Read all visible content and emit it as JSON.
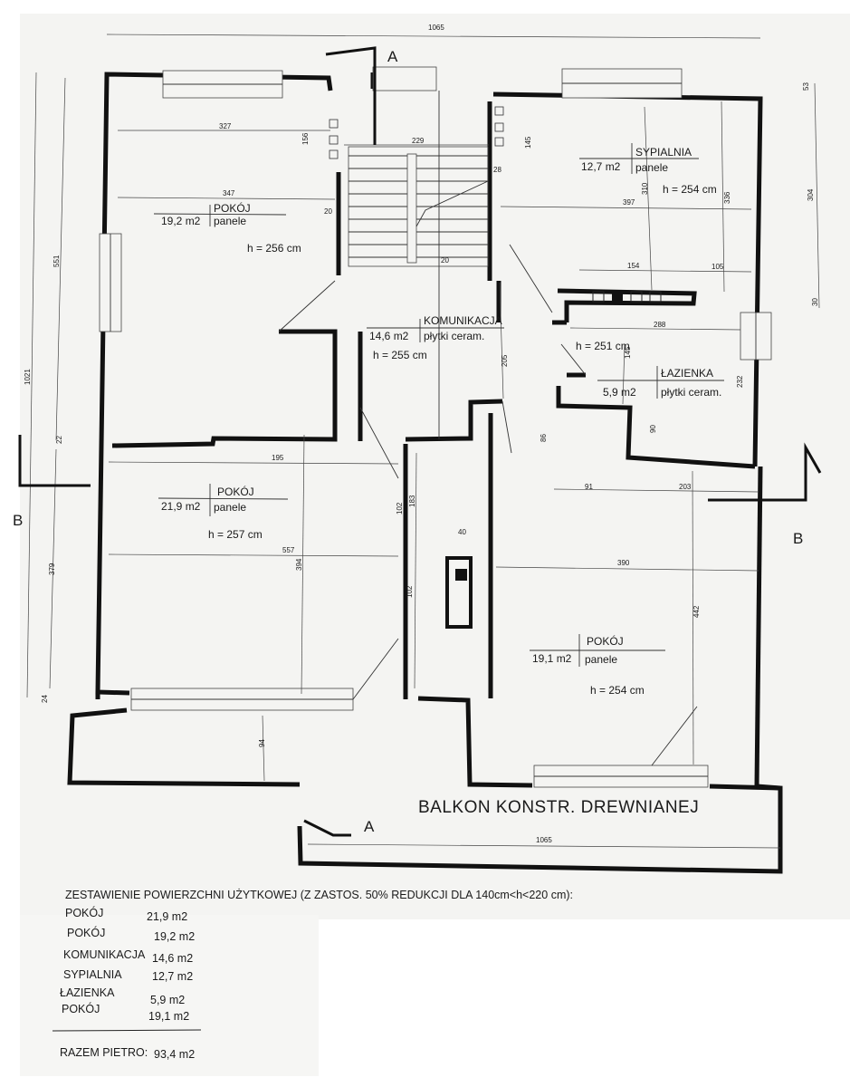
{
  "plan": {
    "section_a": "A",
    "section_b": "B",
    "balcony_label": "BALKON KONSTR. DREWNIANEJ",
    "rooms": [
      {
        "id": "pokoj-nw",
        "area": "19,2 m2",
        "name": "POKÓJ",
        "finish": "panele",
        "height": "h = 256 cm"
      },
      {
        "id": "komunikacja",
        "area": "14,6 m2",
        "name": "KOMUNIKACJA",
        "finish": "płytki ceram.",
        "height": "h = 255 cm"
      },
      {
        "id": "sypialnia",
        "area": "12,7 m2",
        "name": "SYPIALNIA",
        "finish": "panele",
        "height": "h = 254 cm"
      },
      {
        "id": "lazienka",
        "area": "5,9 m2",
        "name": "ŁAZIENKA",
        "finish": "płytki ceram.",
        "height": "h = 251 cm"
      },
      {
        "id": "pokoj-sw",
        "area": "21,9 m2",
        "name": "POKÓJ",
        "finish": "panele",
        "height": "h = 257 cm"
      },
      {
        "id": "pokoj-se",
        "area": "19,1 m2",
        "name": "POKÓJ",
        "finish": "panele",
        "height": "h = 254 cm"
      }
    ],
    "dimensions": {
      "top_total": "1065",
      "bottom_total": "1065",
      "left_total": "1021",
      "left_upper": "551",
      "left_lower": "379",
      "left_mid": "22",
      "left_bottom": "24",
      "nw_width": "327",
      "nw_inner": "347",
      "nw_side1": "156",
      "nw_side2": "20",
      "stair_width": "229",
      "stair_side": "28",
      "stair_small": "20",
      "syp_width": "397",
      "syp_top": "145",
      "syp_h1": "310",
      "syp_h2": "336",
      "right_top": "53",
      "right_mid": "304",
      "right_low": "30",
      "bath_a": "154",
      "bath_b": "105",
      "bath_w": "288",
      "bath_h": "145",
      "bath_side": "232",
      "bath_low": "90",
      "corr_v": "205",
      "corr_small": "86",
      "sw_width": "195",
      "sw_long": "557",
      "sw_h": "394",
      "sw_low": "94",
      "hall_a": "102",
      "hall_b": "183",
      "hall_c": "40",
      "hall_d": "102",
      "se_a": "91",
      "se_b": "203",
      "se_w": "390",
      "se_h": "442"
    }
  },
  "summary": {
    "title": "ZESTAWIENIE POWIERZCHNI UŻYTKOWEJ (Z ZASTOS. 50% REDUKCJI DLA 140cm<h<220 cm):",
    "rows": [
      {
        "name": "POKÓJ",
        "value": "21,9 m2"
      },
      {
        "name": "POKÓJ",
        "value": "19,2 m2"
      },
      {
        "name": "KOMUNIKACJA",
        "value": "14,6 m2"
      },
      {
        "name": "SYPIALNIA",
        "value": "12,7 m2"
      },
      {
        "name": "ŁAZIENKA",
        "value": "5,9 m2"
      },
      {
        "name": "POKÓJ",
        "value": "19,1 m2"
      }
    ],
    "total_label": "RAZEM PIETRO:",
    "total_value": "93,4 m2"
  }
}
